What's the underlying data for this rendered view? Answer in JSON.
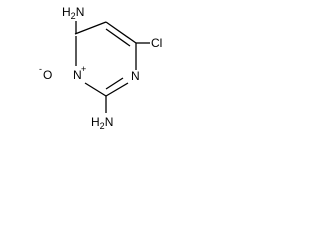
{
  "molecule": {
    "atoms": {
      "amine_top": {
        "main": "H",
        "sub": "2",
        "tail": "N"
      },
      "amine_bottom": {
        "main": "H",
        "sub": "2",
        "tail": "N"
      },
      "ring_n_oxide": {
        "symbol": "N",
        "charge": "+"
      },
      "ring_n": {
        "symbol": "N"
      },
      "oxide": {
        "symbol": "O",
        "charge": "-"
      },
      "chlorine": {
        "symbol": "Cl"
      }
    }
  }
}
